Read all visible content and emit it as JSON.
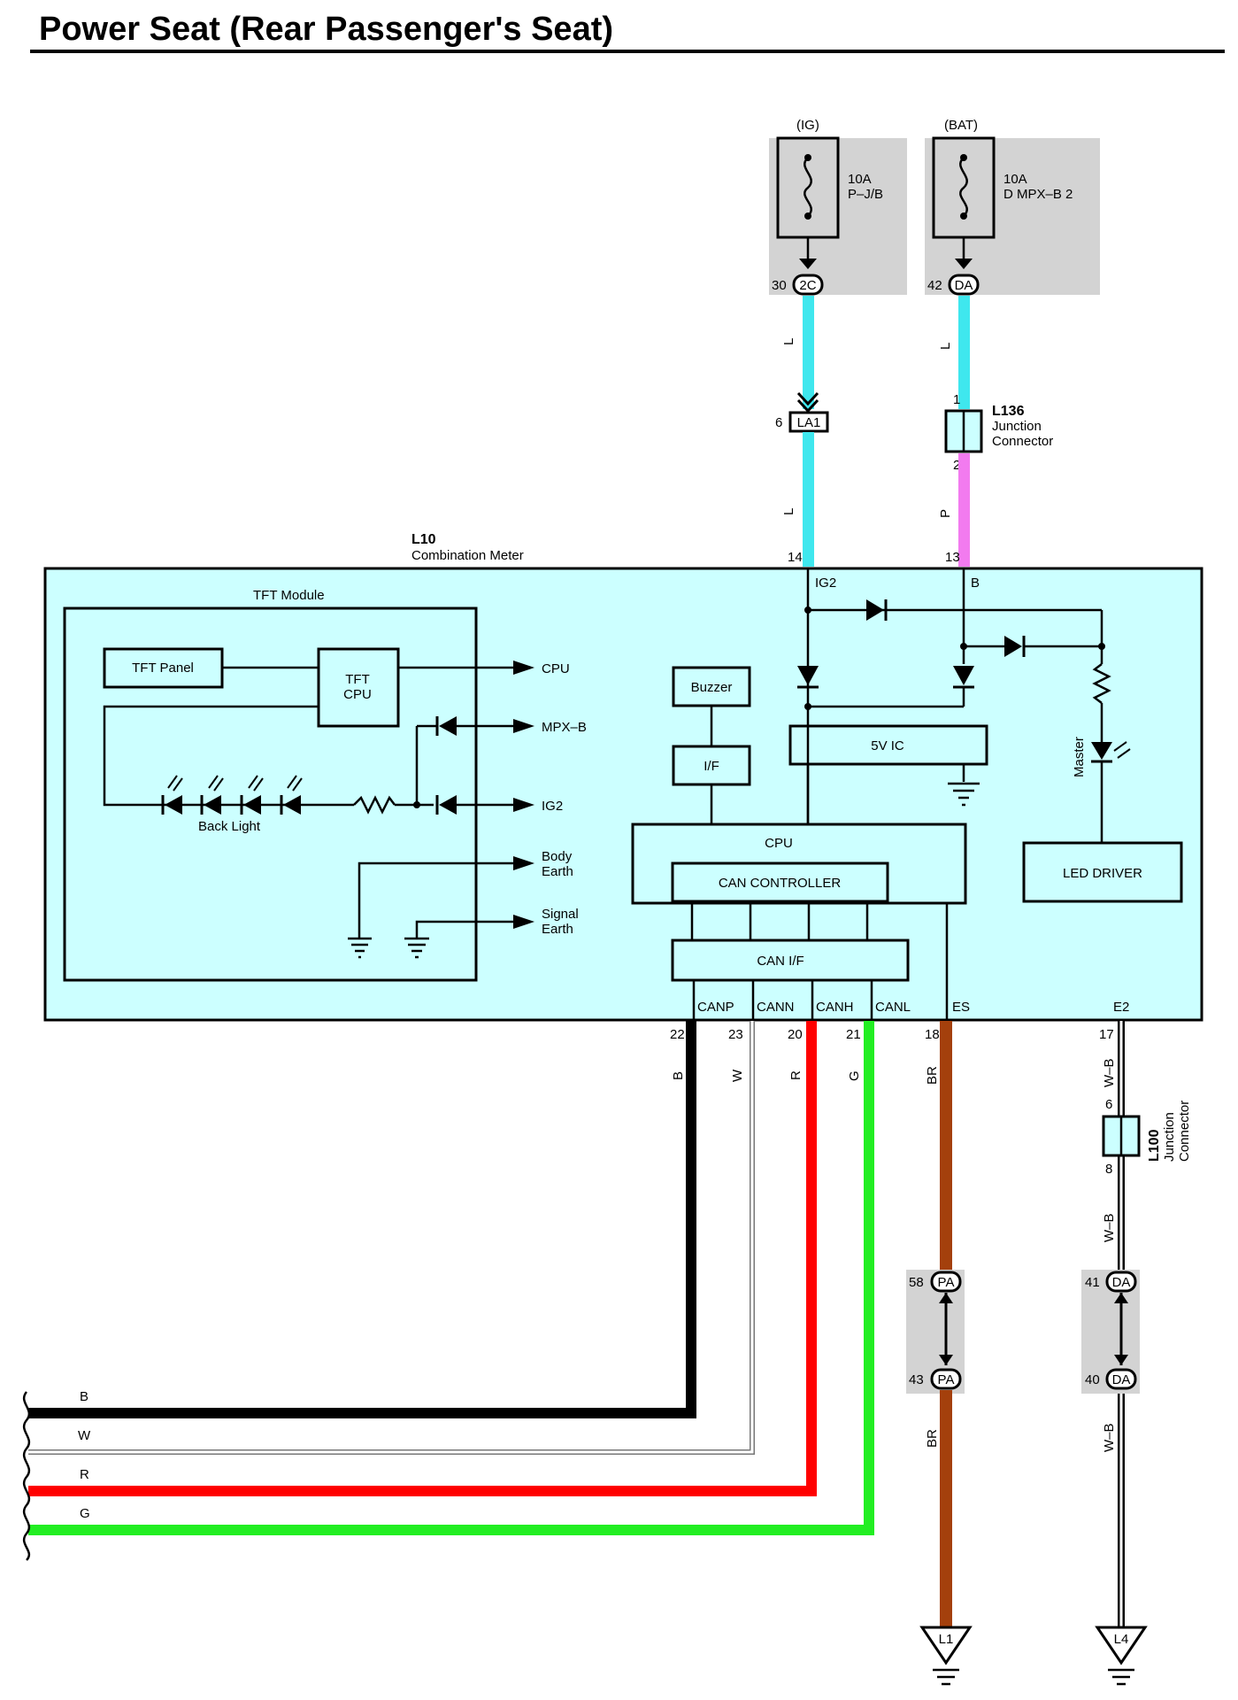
{
  "title": "Power Seat (Rear Passenger's Seat)",
  "supplies": {
    "ig": {
      "label": "(IG)",
      "fuse_rating": "10A",
      "fuse_name": "P–J/B",
      "pin": "30",
      "connector": "2C",
      "wire_color": "L"
    },
    "bat": {
      "label": "(BAT)",
      "fuse_rating": "10A",
      "fuse_name": "D MPX–B 2",
      "pin": "42",
      "connector": "DA",
      "wire_color": "L"
    }
  },
  "la1": {
    "pin": "6",
    "name": "LA1",
    "wire_color": "L"
  },
  "l136": {
    "id": "L136",
    "name_line1": "Junction",
    "name_line2": "Connector",
    "pin_in": "1",
    "pin_out": "2",
    "wire_color": "P"
  },
  "meter": {
    "id": "L10",
    "name": "Combination Meter",
    "pin_ig2": "14",
    "pin_b": "13",
    "label_ig2": "IG2",
    "label_b": "B",
    "tft_module": {
      "title": "TFT Module",
      "panel": "TFT Panel",
      "cpu_line1": "TFT",
      "cpu_line2": "CPU",
      "back_light": "Back Light"
    },
    "arrows": {
      "cpu": "CPU",
      "mpxb": "MPX–B",
      "ig2": "IG2",
      "body_earth_1": "Body",
      "body_earth_2": "Earth",
      "signal_earth_1": "Signal",
      "signal_earth_2": "Earth"
    },
    "buzzer": "Buzzer",
    "if": "I/F",
    "ic5v": "5V IC",
    "cpu": "CPU",
    "can_controller": "CAN CONTROLLER",
    "can_if": "CAN I/F",
    "led_driver": "LED DRIVER",
    "master": "Master",
    "terminals": [
      {
        "name": "CANP",
        "pin": "22",
        "wire": "B"
      },
      {
        "name": "CANN",
        "pin": "23",
        "wire": "W"
      },
      {
        "name": "CANH",
        "pin": "20",
        "wire": "R"
      },
      {
        "name": "CANL",
        "pin": "21",
        "wire": "G"
      },
      {
        "name": "ES",
        "pin": "18",
        "wire": "BR"
      },
      {
        "name": "E2",
        "pin": "17",
        "wire": "W–B"
      }
    ]
  },
  "l100": {
    "id": "L100",
    "name_line1": "Junction",
    "name_line2": "Connector",
    "pin_in": "6",
    "pin_out": "8",
    "wire_color": "W–B"
  },
  "pa": {
    "pin_top": "58",
    "pin_bottom": "43",
    "name": "PA",
    "wire_color": "BR"
  },
  "da_lower": {
    "pin_top": "41",
    "pin_bottom": "40",
    "name": "DA",
    "wire_color": "W–B"
  },
  "grounds": {
    "l1": "L1",
    "l4": "L4"
  },
  "bus_labels": [
    "B",
    "W",
    "R",
    "G"
  ],
  "colors": {
    "L": "#3fe7ee",
    "P": "#f27bef",
    "R": "#ff0000",
    "G": "#22ee22",
    "BR": "#a4400c",
    "B": "#000000",
    "module_fill": "#ccffff"
  }
}
